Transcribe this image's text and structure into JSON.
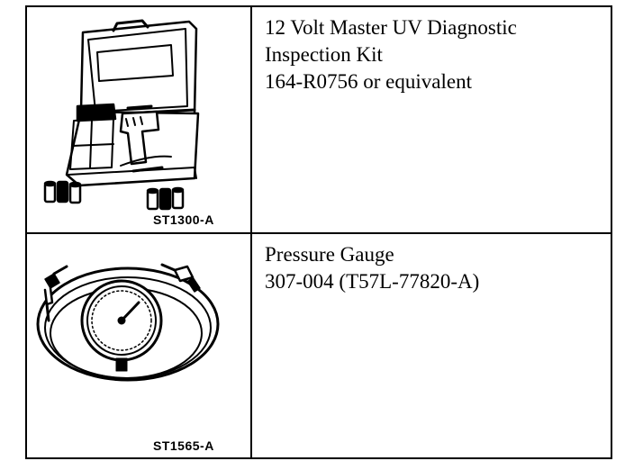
{
  "tools": [
    {
      "code": "ST1300-A",
      "lines": [
        "12 Volt Master UV Diagnostic",
        "Inspection Kit",
        "164-R0756 or equivalent"
      ],
      "icon": "uv-diagnostic-kit-case-icon"
    },
    {
      "code": "ST1565-A",
      "lines": [
        "Pressure Gauge",
        "307-004 (T57L-77820-A)"
      ],
      "icon": "pressure-gauge-icon"
    }
  ]
}
